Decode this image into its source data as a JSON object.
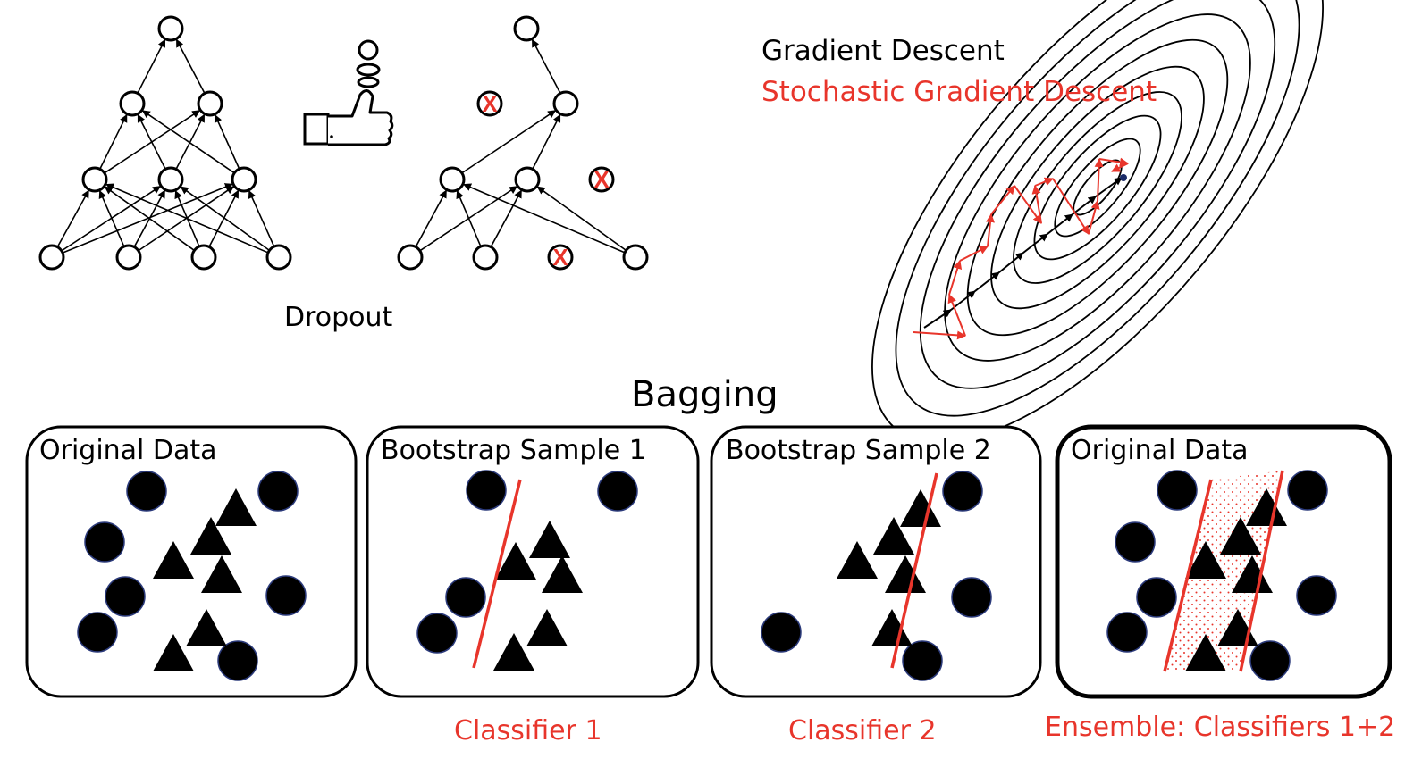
{
  "dropout": {
    "label": "Dropout",
    "dropped_marker": "X",
    "icon": "thumbs-up-icon"
  },
  "optimization": {
    "gd_label": "Gradient Descent",
    "sgd_label": "Stochastic Gradient Descent",
    "gd_color": "#000000",
    "sgd_color": "#e8352b"
  },
  "bagging": {
    "title": "Bagging",
    "panels": [
      {
        "title": "Original Data",
        "caption": ""
      },
      {
        "title": "Bootstrap Sample 1",
        "caption": "Classifier 1"
      },
      {
        "title": "Bootstrap Sample 2",
        "caption": "Classifier 2"
      },
      {
        "title": "Original Data",
        "caption": "Ensemble: Classifiers 1+2"
      }
    ],
    "caption_color": "#e8352b",
    "point_shapes": [
      "circle",
      "triangle"
    ]
  }
}
